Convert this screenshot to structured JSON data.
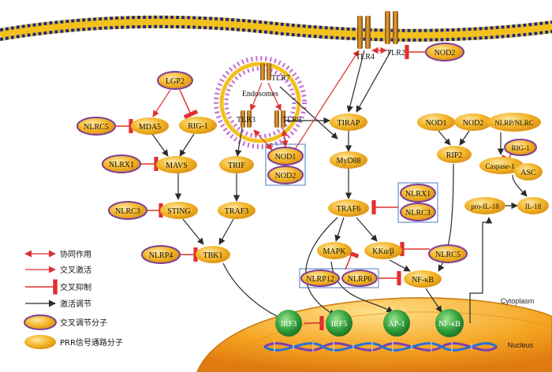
{
  "nodes": {
    "tlr4": "TLR4",
    "tlr2": "TLR2",
    "nod2_top": "NOD2",
    "tlr7": "TLR7",
    "endosomes": "Endosomes",
    "tlr3": "TLR3",
    "tlr9": "TLR9",
    "lgp2": "LGP2",
    "nlrc5_left": "NLRC5",
    "mda5": "MDA5",
    "rig1": "RIG-1",
    "nlrx1_left": "NLRX1",
    "mavs": "MAVS",
    "trif": "TRIF",
    "nod1_mid": "NOD1",
    "nod2_mid": "NOD2",
    "tirap": "TIRAP",
    "myd88": "MyD88",
    "nod1_right": "NOD1",
    "nod2_right": "NOD2",
    "nlrp_nlrc": "NLRP/NLRC",
    "rig1_right": "RIG-1",
    "rip2": "RIP2",
    "caspase1": "Caspase-1",
    "asc": "ASC",
    "nlrc3_left": "NLRC3",
    "sting": "STING",
    "traf3": "TRAF3",
    "traf6": "TRAF6",
    "nlrx1_right": "NLRX1",
    "nlrc3_right": "NLRC3",
    "pro_il18": "pro-IL-18",
    "il18": "IL-18",
    "nlrp4": "NLRP4",
    "tbk1": "TBK1",
    "mapk": "MAPK",
    "kka": "KKα/β",
    "nlrc5_right": "NLRC5",
    "nlrp12": "NLRP12",
    "nlrp6": "NLRP6",
    "nfkb": "NF-κB",
    "irf3": "IRF3",
    "irf5": "IRF5",
    "ap1": "AP-1",
    "nfkb_nuc": "NF-κB"
  },
  "areas": {
    "cytoplasm": "Cytoplasm",
    "nucleus": "Nucleus"
  },
  "legend": [
    {
      "label": "协同作用"
    },
    {
      "label": "交叉激活"
    },
    {
      "label": "交叉抑制"
    },
    {
      "label": "激活调节"
    },
    {
      "label": "交叉调节分子"
    },
    {
      "label": "PRR信号通路分子"
    }
  ],
  "colors": {
    "molecule_fill": "#f0b321",
    "regulator_border": "#7b3f98",
    "activation": "#2b2b2b",
    "cross": "#e03030",
    "membrane": "#1d2b86",
    "nucleus": "#f0a020",
    "tf_green": "#2f9e3a"
  }
}
